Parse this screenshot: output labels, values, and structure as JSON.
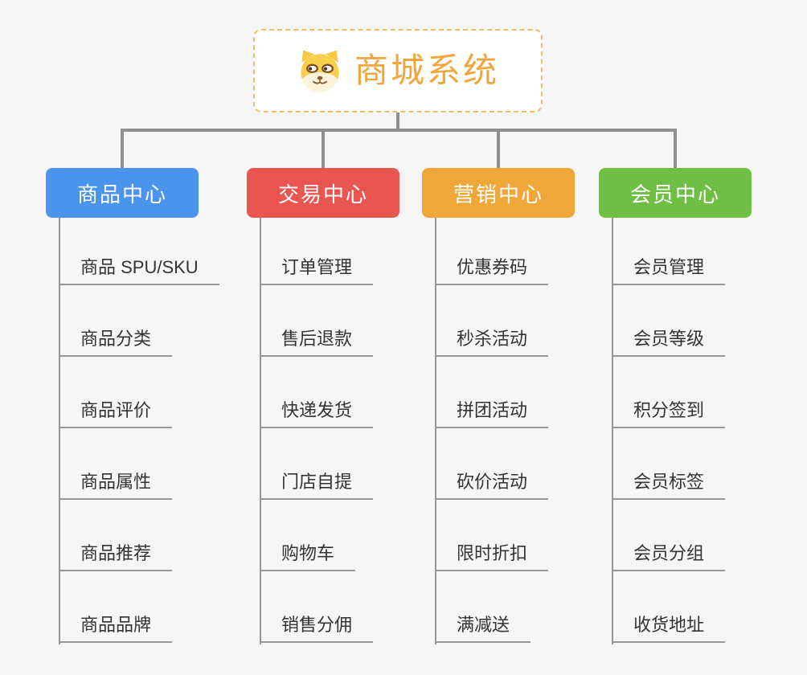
{
  "page": {
    "background": "#f6f6f7",
    "connector_color": "#8f8f8f"
  },
  "root": {
    "title": "商城系统",
    "icon": "dog-face-icon",
    "title_color": "#f0a63c",
    "border_color": "#f2bc66"
  },
  "branches": [
    {
      "label": "商品中心",
      "color": "#4b94ee",
      "items": [
        "商品 SPU/SKU",
        "商品分类",
        "商品评价",
        "商品属性",
        "商品推荐",
        "商品品牌"
      ]
    },
    {
      "label": "交易中心",
      "color": "#e8564f",
      "items": [
        "订单管理",
        "售后退款",
        "快递发货",
        "门店自提",
        "购物车",
        "销售分佣"
      ]
    },
    {
      "label": "营销中心",
      "color": "#efa73a",
      "items": [
        "优惠券码",
        "秒杀活动",
        "拼团活动",
        "砍价活动",
        "限时折扣",
        "满减送"
      ]
    },
    {
      "label": "会员中心",
      "color": "#6fbf44",
      "items": [
        "会员管理",
        "会员等级",
        "积分签到",
        "会员标签",
        "会员分组",
        "收货地址"
      ]
    }
  ]
}
